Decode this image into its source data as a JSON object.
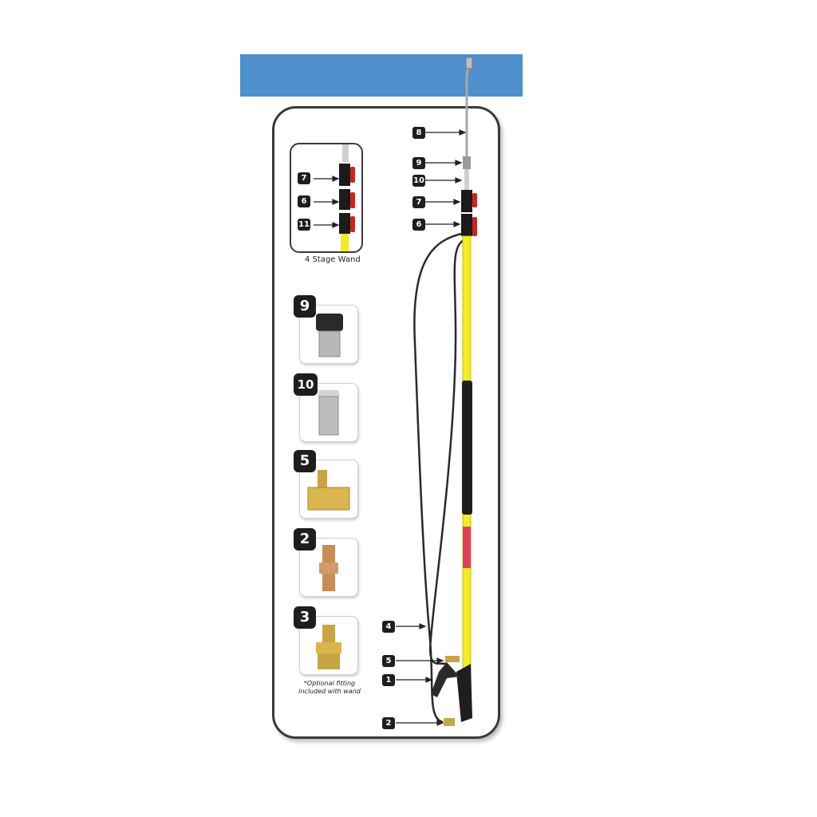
{
  "callouts": {
    "main": [
      "8",
      "9",
      "10",
      "7",
      "6",
      "4",
      "5",
      "1",
      "2"
    ],
    "inset": [
      "7",
      "6",
      "11"
    ]
  },
  "inset_caption": "4 Stage Wand",
  "parts": [
    {
      "number": "9",
      "name": "quick-connect-coupler"
    },
    {
      "number": "10",
      "name": "extension-adapter"
    },
    {
      "number": "5",
      "name": "brass-elbow-fitting"
    },
    {
      "number": "2",
      "name": "quick-connect-plug"
    },
    {
      "number": "3",
      "name": "optional-brass-fitting"
    }
  ],
  "footnote_line1": "*Optional fitting",
  "footnote_line2": "included with wand",
  "colors": {
    "banner": "#4f8fcc",
    "pole": "#f2ea2a",
    "lock": "#c8281e",
    "badge": "#1e1e1e"
  }
}
